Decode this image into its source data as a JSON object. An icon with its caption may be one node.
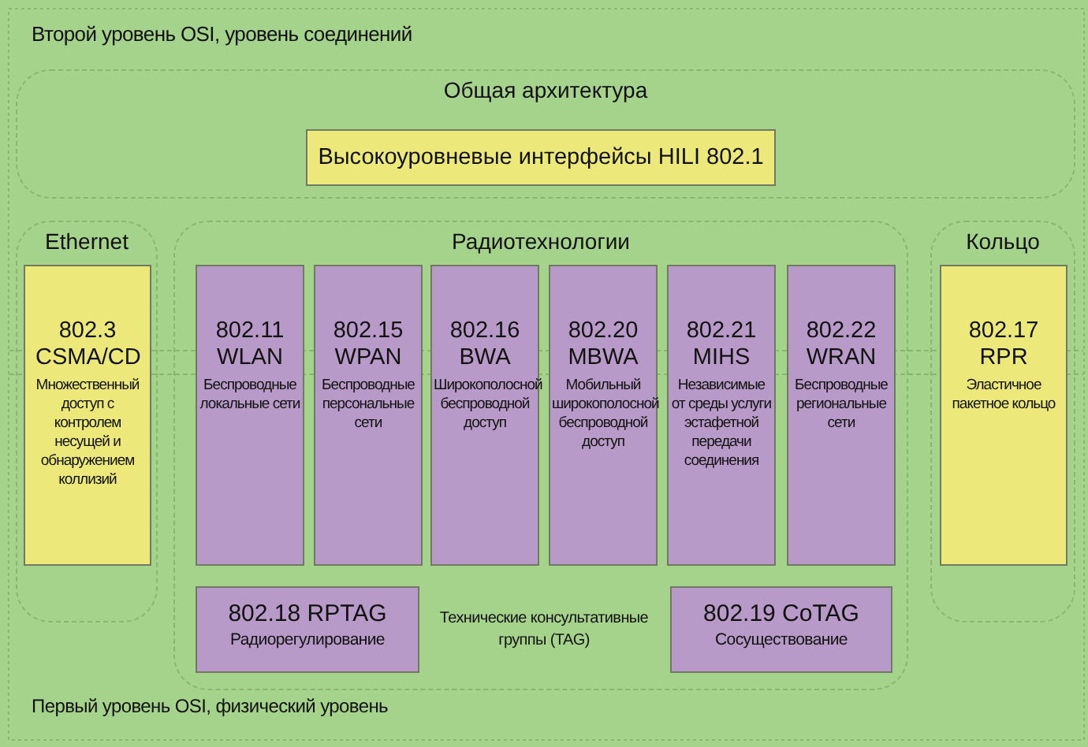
{
  "diagram": {
    "nodes": [
      {
        "text": [
          "Общая архитектура"
        ]
      },
      {
        "text": [
          "Высокоуровневые интерфейсы HILI 802.1"
        ],
        "in": 0
      },
      {
        "text": [
          "Ethernet"
        ]
      },
      {
        "text": [
          "802.3 CSMA/CD",
          "Множественный доступ с контролем несущей и обнаружением коллизий"
        ],
        "in": 2
      },
      {
        "text": [
          "Радиотехнологии"
        ]
      },
      {
        "text": [
          "802.11 WLAN",
          "Беспроводные локальные сети"
        ],
        "in": 4
      },
      {
        "text": [
          "802.15 WPAN",
          "Беспроводные персональные сети"
        ],
        "in": 4
      },
      {
        "text": [
          "802.16 BWA",
          "Широкополосной беспроводной доступ"
        ],
        "in": 4
      },
      {
        "text": [
          "802.20 MBWA",
          "Мобильный широкополосной беспроводной доступ"
        ],
        "in": 4
      },
      {
        "text": [
          "802.21 MIHS",
          "Независимые от среды услуги эстафетной передачи соединения"
        ],
        "in": 4
      },
      {
        "text": [
          "802.22 WRAN",
          "Беспроводные региональные сети"
        ],
        "in": 4
      },
      {
        "text": [
          "802.18 RPTAG",
          "Радиорегулирование"
        ],
        "in": 4
      },
      {
        "text": [
          "802.19 CoTAG",
          "Сосуществование"
        ],
        "in": 4
      },
      {
        "text": [
          "Кольцо"
        ]
      },
      {
        "text": [
          "802.17 RPR",
          "Эластичное пакетное кольцо"
        ],
        "in": 13
      }
    ],
    "labels": [
      "Второй уровень OSI, уровень соединений",
      "Технические консультативные группы (TAG)",
      "Первый уровень OSI, физический уровень"
    ]
  }
}
